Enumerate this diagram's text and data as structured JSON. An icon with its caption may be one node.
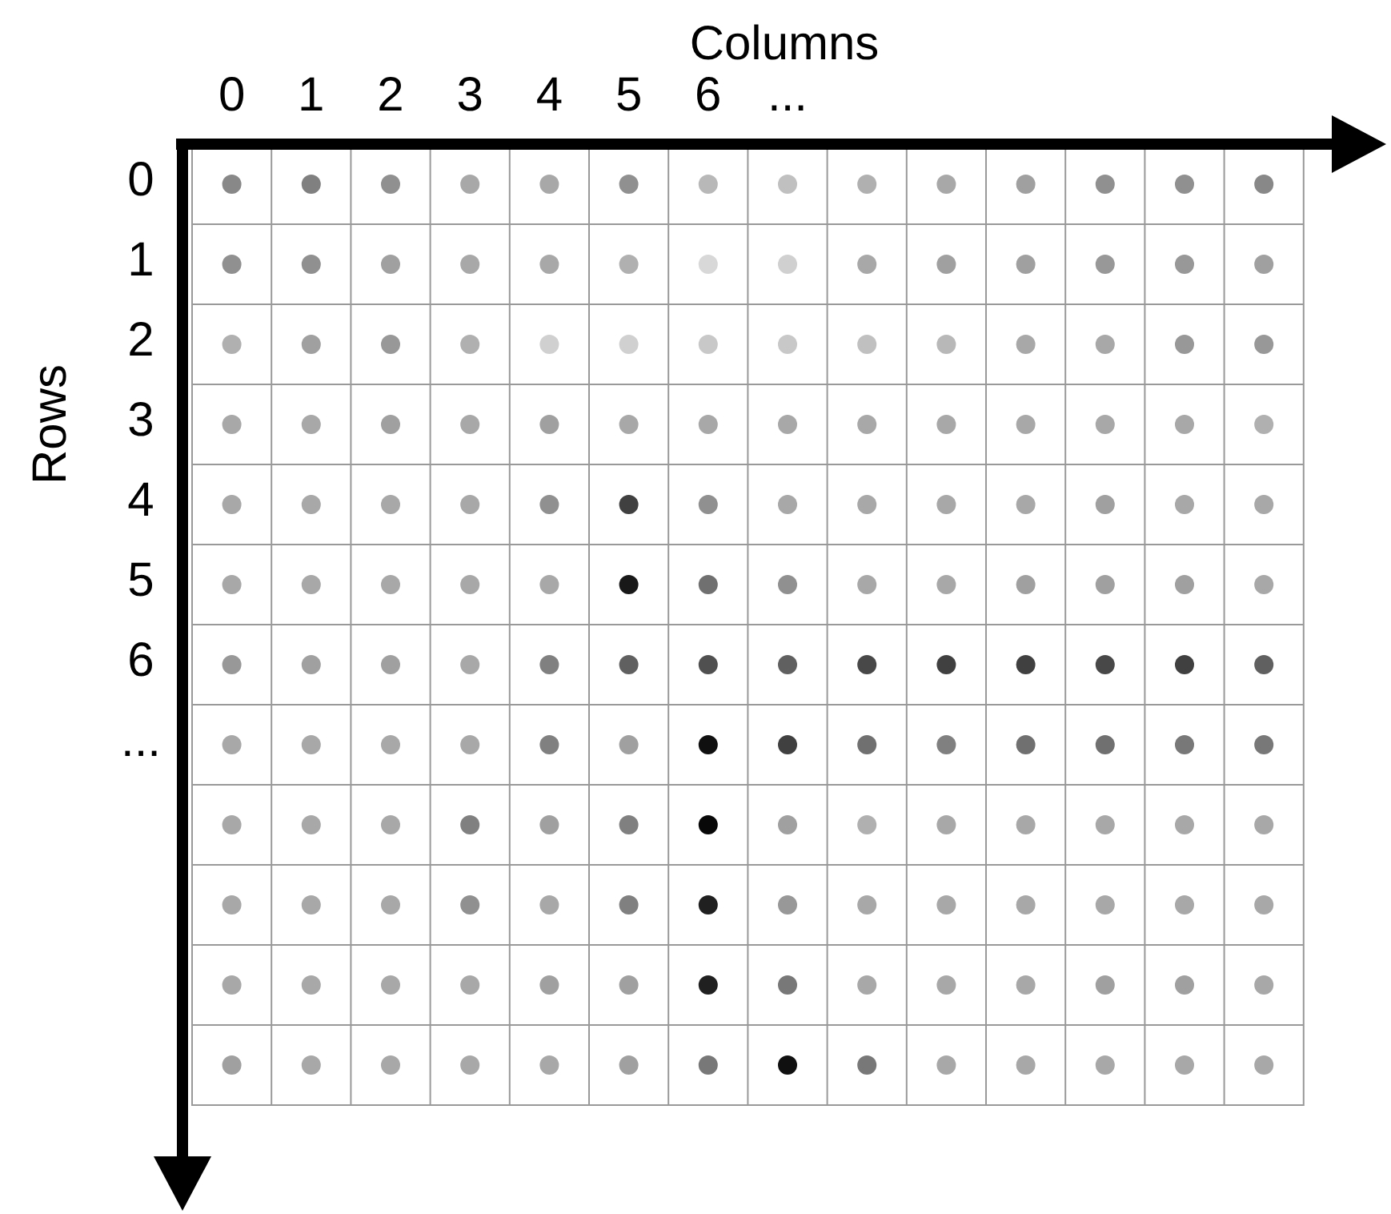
{
  "diagram": {
    "labels": [
      "Columns",
      "0",
      "1",
      "2",
      "3",
      "4",
      "5",
      "6",
      "...",
      "Rows",
      "0",
      "1",
      "2",
      "3",
      "4",
      "5",
      "6",
      "..."
    ]
  }
}
